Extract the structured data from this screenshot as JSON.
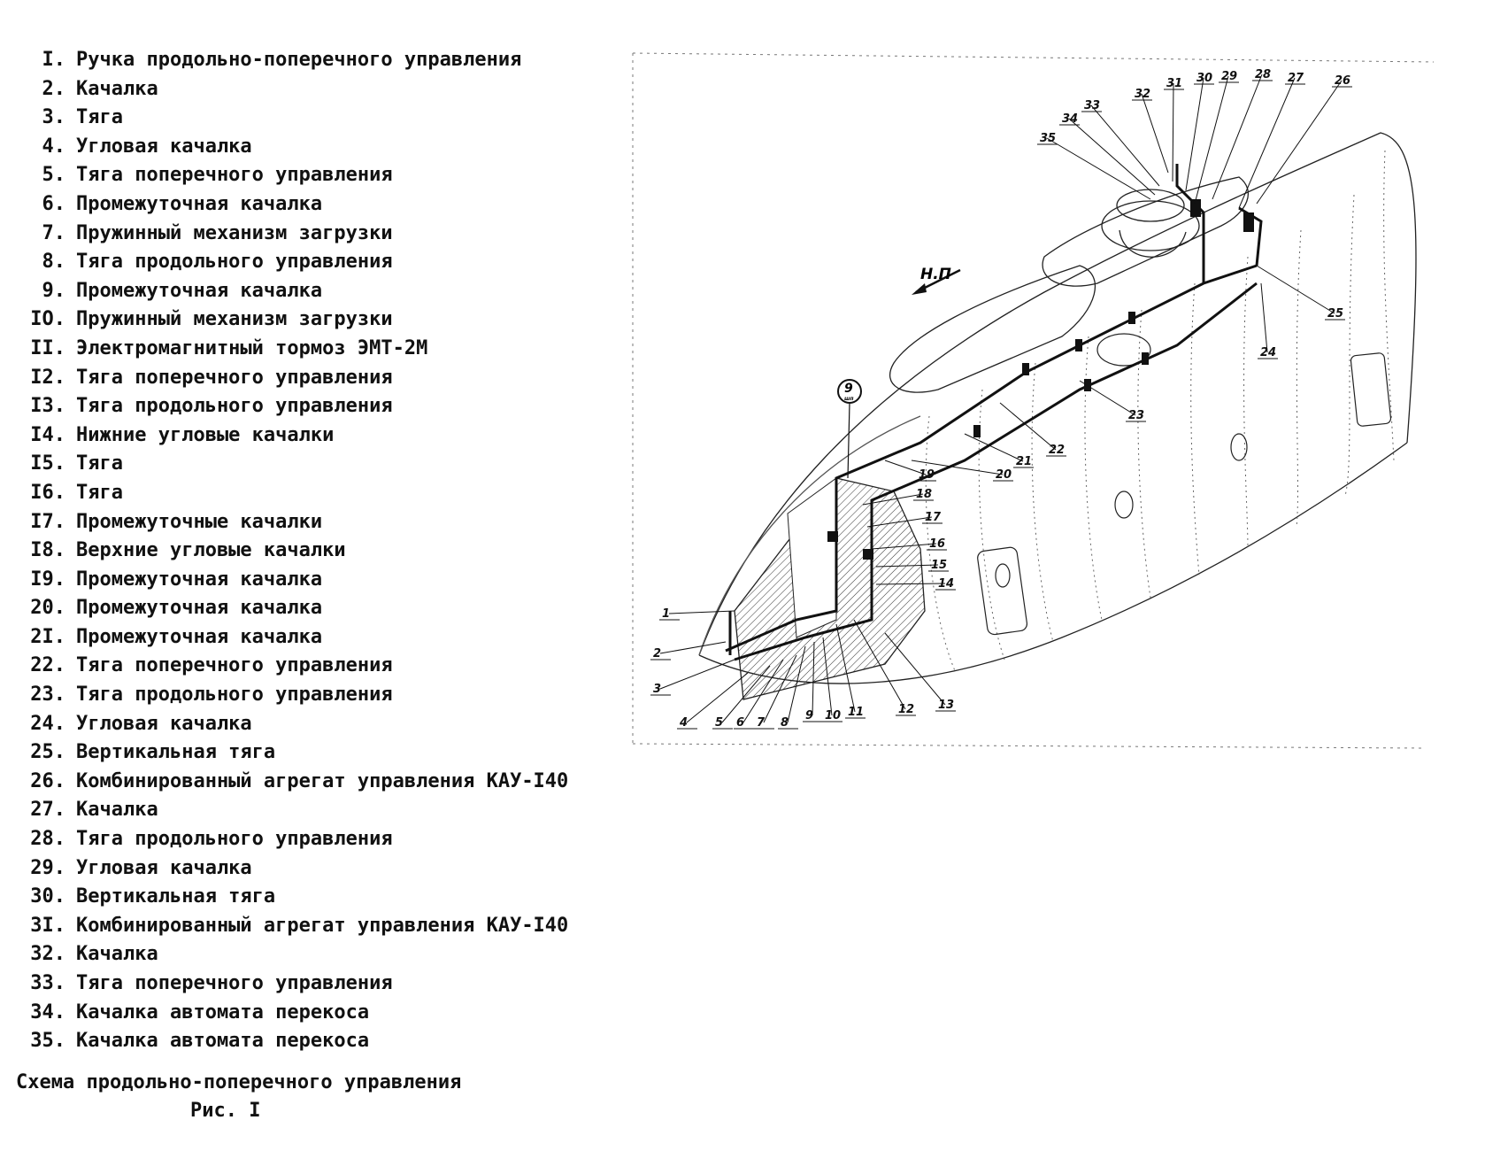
{
  "legend": [
    {
      "num": "I.",
      "text": "Ручка продольно-поперечного управления"
    },
    {
      "num": "2.",
      "text": "Качалка"
    },
    {
      "num": "3.",
      "text": "Тяга"
    },
    {
      "num": "4.",
      "text": "Угловая качалка"
    },
    {
      "num": "5.",
      "text": "Тяга поперечного управления"
    },
    {
      "num": "6.",
      "text": "Промежуточная качалка"
    },
    {
      "num": "7.",
      "text": "Пружинный механизм загрузки"
    },
    {
      "num": "8.",
      "text": "Тяга продольного управления"
    },
    {
      "num": "9.",
      "text": "Промежуточная качалка"
    },
    {
      "num": "IO.",
      "text": "Пружинный механизм загрузки"
    },
    {
      "num": "II.",
      "text": "Электромагнитный тормоз ЭМТ-2М"
    },
    {
      "num": "I2.",
      "text": "Тяга поперечного управления"
    },
    {
      "num": "I3.",
      "text": "Тяга продольного управления"
    },
    {
      "num": "I4.",
      "text": "Нижние угловые качалки"
    },
    {
      "num": "I5.",
      "text": "Тяга"
    },
    {
      "num": "I6.",
      "text": "Тяга"
    },
    {
      "num": "I7.",
      "text": "Промежуточные качалки"
    },
    {
      "num": "I8.",
      "text": "Верхние угловые качалки"
    },
    {
      "num": "I9.",
      "text": "Промежуточная качалка"
    },
    {
      "num": "20.",
      "text": "Промежуточная качалка"
    },
    {
      "num": "2I.",
      "text": "Промежуточная качалка"
    },
    {
      "num": "22.",
      "text": "Тяга поперечного управления"
    },
    {
      "num": "23.",
      "text": "Тяга продольного управления"
    },
    {
      "num": "24.",
      "text": "Угловая качалка"
    },
    {
      "num": "25.",
      "text": "Вертикальная тяга"
    },
    {
      "num": "26.",
      "text": "Комбинированный агрегат управления КАУ-I40"
    },
    {
      "num": "27.",
      "text": "Качалка"
    },
    {
      "num": "28.",
      "text": "Тяга продольного управления"
    },
    {
      "num": "29.",
      "text": "Угловая качалка"
    },
    {
      "num": "30.",
      "text": "Вертикальная тяга"
    },
    {
      "num": "3I.",
      "text": "Комбинированный агрегат управления КАУ-I40"
    },
    {
      "num": "32.",
      "text": "Качалка"
    },
    {
      "num": "33.",
      "text": "Тяга поперечного управления"
    },
    {
      "num": "34.",
      "text": "Качалка автомата перекоса"
    },
    {
      "num": "35.",
      "text": "Качалка автомата перекоса"
    }
  ],
  "caption": "Схема продольно-поперечного управления",
  "figure_label": "Рис. I",
  "drawing": {
    "flight_direction": "Н.П",
    "frame_marker": "9",
    "frame_marker_sub": "шп",
    "callouts": [
      "1",
      "2",
      "3",
      "4",
      "5",
      "6",
      "7",
      "8",
      "9",
      "10",
      "11",
      "12",
      "13",
      "14",
      "15",
      "16",
      "17",
      "18",
      "19",
      "20",
      "21",
      "22",
      "23",
      "24",
      "25",
      "26",
      "27",
      "28",
      "29",
      "30",
      "31",
      "32",
      "33",
      "34",
      "35"
    ]
  }
}
